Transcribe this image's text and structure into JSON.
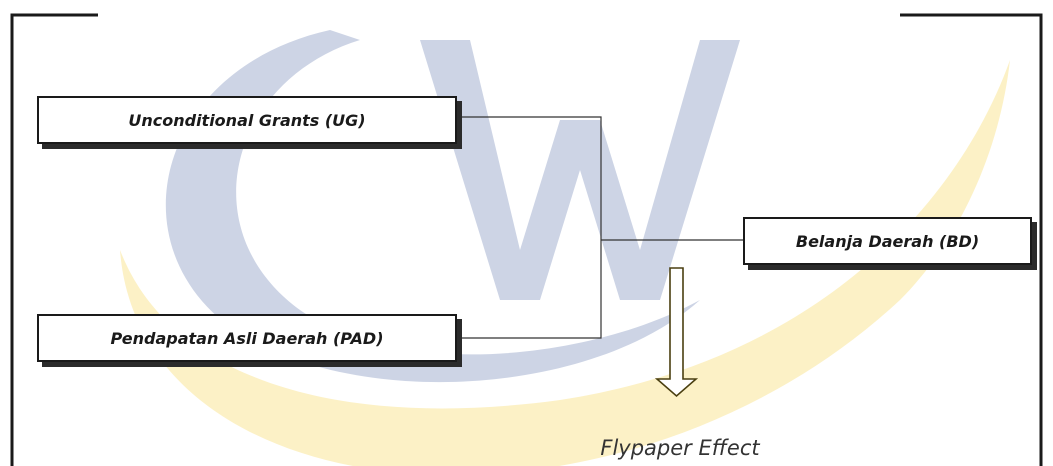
{
  "diagram": {
    "nodes": {
      "ug": "Unconditional Grants (UG)",
      "pad": "Pendapatan Asli Daerah (PAD)",
      "bd": "Belanja Daerah (BD)"
    },
    "effect_label": "Flypaper Effect"
  },
  "colors": {
    "watermark_blue": "#1f3f8c",
    "watermark_gold": "#f2c200",
    "border": "#1a1a1a",
    "arrow_stroke": "#4a3f10"
  }
}
